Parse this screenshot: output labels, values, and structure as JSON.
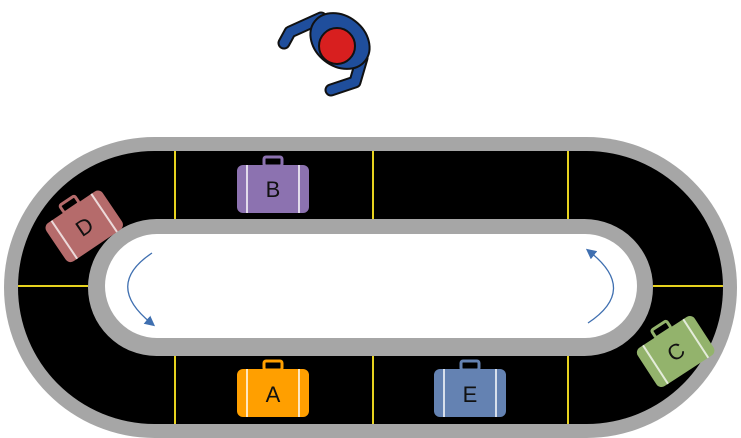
{
  "colors": {
    "background": "#ffffff",
    "belt": "#000000",
    "rail": "#a6a6a6",
    "divider": "#e6d21e",
    "arrow": "#3f6fb0",
    "person_body": "#1f4e9c",
    "person_outline": "#111111",
    "person_head": "#d81f1f"
  },
  "bags": [
    {
      "id": "bag-a",
      "label": "A",
      "color": "#ff9f00"
    },
    {
      "id": "bag-b",
      "label": "B",
      "color": "#8c72b0"
    },
    {
      "id": "bag-c",
      "label": "C",
      "color": "#93b36c"
    },
    {
      "id": "bag-d",
      "label": "D",
      "color": "#b56b6b"
    },
    {
      "id": "bag-e",
      "label": "E",
      "color": "#6482b2"
    }
  ],
  "icons": {
    "person": "person-topdown-icon",
    "suitcase": "suitcase-icon",
    "rotation": "curved-arrow-icon"
  }
}
